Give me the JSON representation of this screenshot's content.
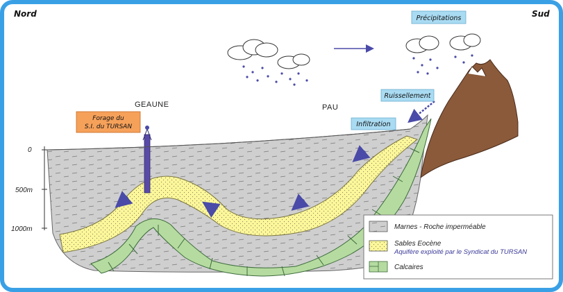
{
  "orientation": {
    "north": "Nord",
    "south": "Sud"
  },
  "places": {
    "geaune": "GEAUNE",
    "pau": "PAU"
  },
  "callouts": {
    "forage_line1": "Forage du",
    "forage_line2": "S.I. du TURSAN",
    "precipitations": "Précipitations",
    "ruissellement": "Ruissellement",
    "infiltration": "Infiltration"
  },
  "depth_scale": [
    "0",
    "500m",
    "1000m"
  ],
  "legend": {
    "marnes": "Marnes - Roche imperméable",
    "sables": "Sables Eocène",
    "sables_sub": "Aquifère exploité par le Syndicat du TURSAN",
    "calcaires": "Calcaires"
  },
  "colors": {
    "frame": "#3aa0e6",
    "marnes": "#cfcfcf",
    "sables": "#fbf79a",
    "calcaires": "#b6dba0",
    "mountain": "#8a5a3a",
    "callout_blue": "#a9dbf2",
    "callout_orange": "#f6a15a",
    "rain": "#4a4aa8"
  }
}
